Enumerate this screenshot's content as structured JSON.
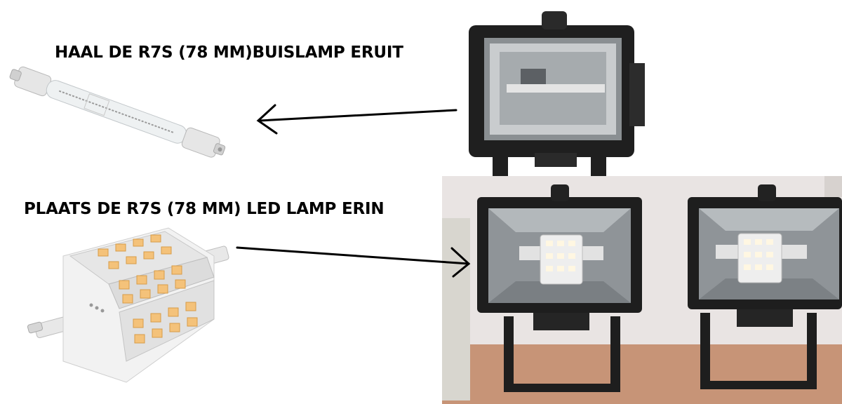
{
  "captions": {
    "remove": "HAAL DE R7S (78 MM)BUISLAMP ERUIT",
    "place": "PLAATS DE R7S (78 MM) LED LAMP ERIN"
  },
  "colors": {
    "fixture_body": "#1e1e1e",
    "reflector": "#9aa0a4",
    "led_housing": "#f2f2f2",
    "led_chip": "#f4c27a",
    "wall": "#e9e4e3",
    "shelf": "#c79477",
    "arrow": "#000000"
  },
  "icons": [
    "halogen-tube-image",
    "halogen-floodlight-image",
    "led-lamp-image",
    "led-floodlights-photo",
    "arrow-icon"
  ]
}
